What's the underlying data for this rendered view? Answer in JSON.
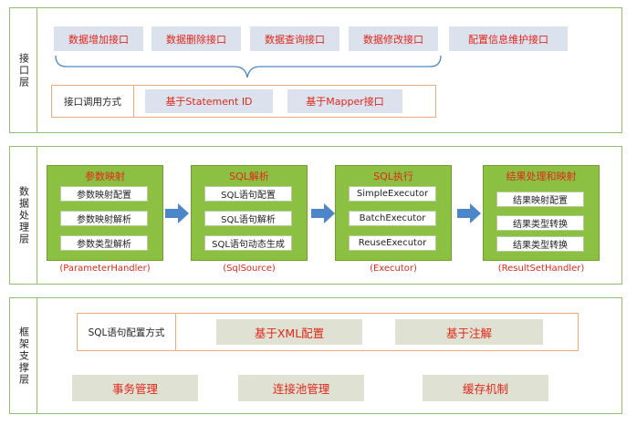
{
  "interface_layer": {
    "title": "接口层",
    "interfaces": [
      "数据增加接口",
      "数据删除接口",
      "数据查询接口",
      "数据修改接口",
      "配置信息维护接口"
    ],
    "call_label": "接口调用方式",
    "call_methods": [
      "基于Statement ID",
      "基于Mapper接口"
    ]
  },
  "data_layer": {
    "title": "数据处理层",
    "blocks": [
      {
        "title": "参数映射",
        "items": [
          "参数映射配置",
          "参数映射解析",
          "参数类型解析"
        ],
        "caption": "(ParameterHandler)"
      },
      {
        "title": "SQL解析",
        "items": [
          "SQL语句配置",
          "SQL语句解析",
          "SQL语句动态生成"
        ],
        "caption": "(SqlSource)"
      },
      {
        "title": "SQL执行",
        "items": [
          "SimpleExecutor",
          "BatchExecutor",
          "ReuseExecutor"
        ],
        "caption": "(Executor)"
      },
      {
        "title": "结果处理和映射",
        "items": [
          "结果映射配置",
          "结果类型转换",
          "结果类型转换"
        ],
        "caption": "(ResultSetHandler)"
      }
    ]
  },
  "framework_layer": {
    "title": "框架支撑层",
    "config_label": "SQL语句配置方式",
    "config_methods": [
      "基于XML配置",
      "基于注解"
    ],
    "supports": [
      "事务管理",
      "连接池管理",
      "缓存机制"
    ]
  },
  "colors": {
    "layer_border": "#8fc46d",
    "block_fill": "#8cc043",
    "label_text": "#e0281a",
    "arrow": "#4a86c8",
    "frame_border": "#f0a878"
  }
}
